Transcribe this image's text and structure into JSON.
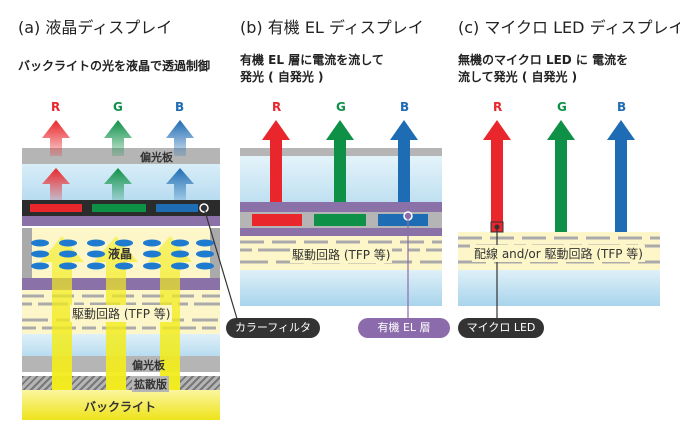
{
  "panels": [
    {
      "title": "(a) 液晶ディスプレイ",
      "subtitle": "バックライトの光を液晶で透過制御",
      "labels": {
        "polarizer_top": "偏光板",
        "liquid_crystal": "液晶",
        "drive_circuit": "駆動回路 (TFP 等)",
        "polarizer_bottom": "偏光板",
        "diffuser": "拡散版",
        "backlight": "バックライト"
      },
      "callout": "カラーフィルタ"
    },
    {
      "title": "(b) 有機 EL ディスプレイ",
      "subtitle_lines": [
        "有機 EL 層に電流を流して",
        "発光 ( 自発光 )"
      ],
      "labels": {
        "drive_circuit": "駆動回路 (TFP 等)"
      },
      "callout": "有機 EL 層"
    },
    {
      "title": "(c) マイクロ LED ディスプレイ",
      "subtitle_lines": [
        "無機のマイクロ LED に 電流を",
        "流して発光 ( 自発光 )"
      ],
      "labels": {
        "drive_circuit": "配線 and/or 駆動回路 (TFP 等)"
      },
      "callout": "マイクロ LED"
    }
  ],
  "rgb": [
    "R",
    "G",
    "B"
  ],
  "colors": {
    "red": "#e8262b",
    "green": "#0e9047",
    "blue": "#1e6cb3",
    "callout_dark": "#333333",
    "callout_purple": "#8b6bab",
    "backlight": "#f2ec1e"
  }
}
